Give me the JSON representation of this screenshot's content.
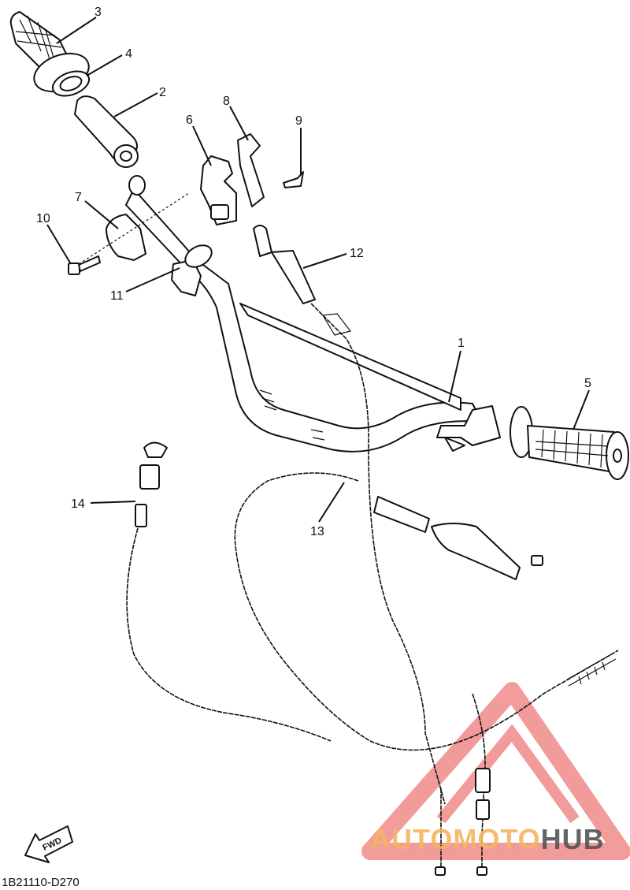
{
  "diagram": {
    "callouts": [
      {
        "id": "callout-1",
        "text": "1"
      },
      {
        "id": "callout-2",
        "text": "2"
      },
      {
        "id": "callout-3",
        "text": "3"
      },
      {
        "id": "callout-4",
        "text": "4"
      },
      {
        "id": "callout-5",
        "text": "5"
      },
      {
        "id": "callout-6",
        "text": "6"
      },
      {
        "id": "callout-7",
        "text": "7"
      },
      {
        "id": "callout-8",
        "text": "8"
      },
      {
        "id": "callout-9",
        "text": "9"
      },
      {
        "id": "callout-10",
        "text": "10"
      },
      {
        "id": "callout-11",
        "text": "11"
      },
      {
        "id": "callout-12",
        "text": "12"
      },
      {
        "id": "callout-13",
        "text": "13"
      },
      {
        "id": "callout-14",
        "text": "14"
      }
    ],
    "fwd_label": "FWD",
    "drawing_ref": "1B21110-D270"
  },
  "watermark": {
    "part_a": "AUTOMOTO",
    "part_b": "HUB",
    "color_a": "#f5b560",
    "color_b": "#555555",
    "triangle_color": "#e84a4a"
  }
}
